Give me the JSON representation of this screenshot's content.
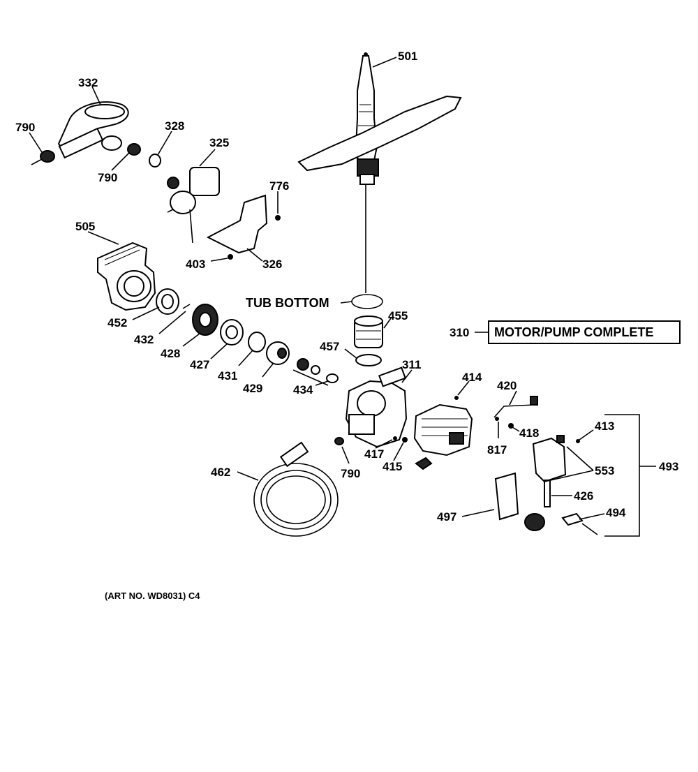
{
  "labels": {
    "p501": "501",
    "p332": "332",
    "p790a": "790",
    "p328": "328",
    "p325": "325",
    "p790b": "790",
    "p776": "776",
    "p505": "505",
    "p403": "403",
    "p326": "326",
    "tub_bottom": "TUB BOTTOM",
    "p455": "455",
    "p310": "310",
    "motor_pump": "MOTOR/PUMP COMPLETE",
    "p452": "452",
    "p432": "432",
    "p428": "428",
    "p427": "427",
    "p431": "431",
    "p429": "429",
    "p457": "457",
    "p434": "434",
    "p311": "311",
    "p414": "414",
    "p420": "420",
    "p418": "418",
    "p413": "413",
    "p817": "817",
    "p417": "417",
    "p415": "415",
    "p790c": "790",
    "p553": "553",
    "p493": "493",
    "p462": "462",
    "p426": "426",
    "p497": "497",
    "p494": "494",
    "art_no": "(ART NO. WD8031) C4"
  }
}
